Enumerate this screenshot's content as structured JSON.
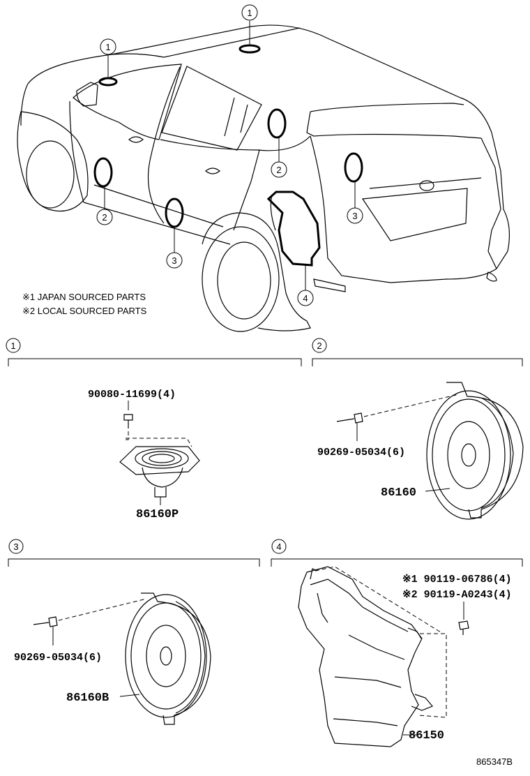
{
  "callouts": {
    "c1": "1",
    "c2": "2",
    "c3": "3",
    "c4": "4"
  },
  "notes": {
    "note1": "※1 JAPAN SOURCED PARTS",
    "note2": "※2 LOCAL SOURCED PARTS"
  },
  "sections": {
    "s1": {
      "num": "1",
      "screw": "90080-11699(4)",
      "part": "86160P"
    },
    "s2": {
      "num": "2",
      "screw": "90269-05034(6)",
      "part": "86160"
    },
    "s3": {
      "num": "3",
      "screw": "90269-05034(6)",
      "part": "86160B"
    },
    "s4": {
      "num": "4",
      "screw1": "※1 90119-06786(4)",
      "screw2": "※2 90119-A0243(4)",
      "part": "86150"
    }
  },
  "figure_id": "865347B"
}
